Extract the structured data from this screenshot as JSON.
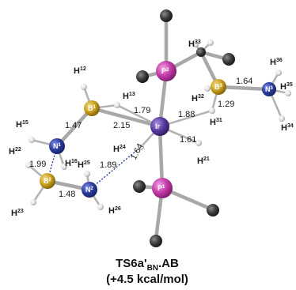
{
  "colors": {
    "P": "#c23aa8",
    "B": "#c9a020",
    "N": "#2b3d9c",
    "Ir": "#5a3aa0",
    "C": "#3b3b3b",
    "H": "#e4e4e4"
  },
  "atoms": {
    "P2": "P",
    "P2_sup": "2",
    "P1": "P",
    "P1_sup": "1",
    "B1": "B",
    "B1_sup": "1",
    "B2": "B",
    "B2_sup": "2",
    "B3": "B",
    "B3_sup": "3",
    "N1": "N",
    "N1_sup": "1",
    "N2": "N",
    "N2_sup": "2",
    "N3": "N",
    "N3_sup": "3",
    "Ir": "Ir"
  },
  "hydrogens": {
    "H12": {
      "el": "H",
      "sup": "12"
    },
    "H13": {
      "el": "H",
      "sup": "13"
    },
    "H15": {
      "el": "H",
      "sup": "15"
    },
    "H16": {
      "el": "H",
      "sup": "16"
    },
    "H21": {
      "el": "H",
      "sup": "21"
    },
    "H22": {
      "el": "H",
      "sup": "22"
    },
    "H23": {
      "el": "H",
      "sup": "23"
    },
    "H24": {
      "el": "H",
      "sup": "24"
    },
    "H25": {
      "el": "H",
      "sup": "25"
    },
    "H26": {
      "el": "H",
      "sup": "26"
    },
    "H31": {
      "el": "H",
      "sup": "31"
    },
    "H32": {
      "el": "H",
      "sup": "32"
    },
    "H33": {
      "el": "H",
      "sup": "33"
    },
    "H34": {
      "el": "H",
      "sup": "34"
    },
    "H35": {
      "el": "H",
      "sup": "35"
    },
    "H36": {
      "el": "H",
      "sup": "36"
    }
  },
  "distances": {
    "d1": "1.79",
    "d2": "2.15",
    "d3": "1.88",
    "d4": "1.61",
    "d5": "1.64",
    "d6": "1.89",
    "d7": "1.47",
    "d8": "1.99",
    "d9": "1.48",
    "d10": "1.29",
    "d11": "1.64"
  },
  "caption": {
    "title_main": "TS6a'",
    "title_sub": "BN",
    "title_tail": ".AB",
    "energy": "(+4.5 kcal/mol)"
  }
}
